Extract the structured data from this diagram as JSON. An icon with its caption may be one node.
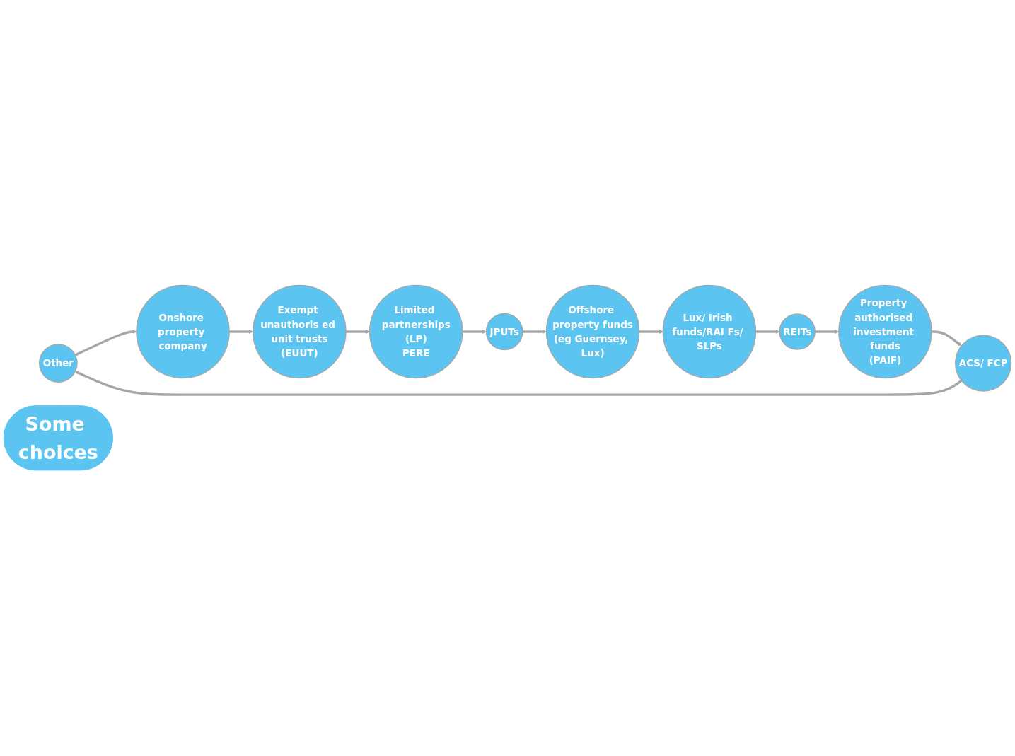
{
  "diagram": {
    "nodes": [
      {
        "text": [
          "Other"
        ]
      },
      {
        "text": [
          "Onshore property company"
        ]
      },
      {
        "text": [
          "Exempt unauthoris ed unit trusts",
          "(EUUT)"
        ]
      },
      {
        "text": [
          "Limited partnerships",
          "(LP)",
          "PERE"
        ]
      },
      {
        "text": [
          "JPUTs"
        ]
      },
      {
        "text": [
          "Offshore property funds",
          "(eg Guernsey, Lux)"
        ]
      },
      {
        "text": [
          "Lux/ Irish funds/RAI Fs/ SLPs"
        ]
      },
      {
        "text": [
          "REITs"
        ]
      },
      {
        "text": [
          "Property authorised investment funds",
          "(PAIF)"
        ]
      },
      {
        "text": [
          "ACS/ FCP"
        ]
      },
      {
        "text": [
          "Some choices"
        ]
      }
    ],
    "edges": [
      {
        "from": 0,
        "to": 1,
        "arrow": "to"
      },
      {
        "from": 1,
        "to": 2,
        "arrow": "to"
      },
      {
        "from": 2,
        "to": 3,
        "arrow": "to"
      },
      {
        "from": 3,
        "to": 4,
        "arrow": "to"
      },
      {
        "from": 4,
        "to": 5,
        "arrow": "to"
      },
      {
        "from": 5,
        "to": 6,
        "arrow": "to"
      },
      {
        "from": 6,
        "to": 7,
        "arrow": "to"
      },
      {
        "from": 7,
        "to": 8,
        "arrow": "to"
      },
      {
        "from": 8,
        "to": 9,
        "arrow": "to"
      },
      {
        "from": 9,
        "to": 0,
        "arrow": "to"
      }
    ]
  }
}
